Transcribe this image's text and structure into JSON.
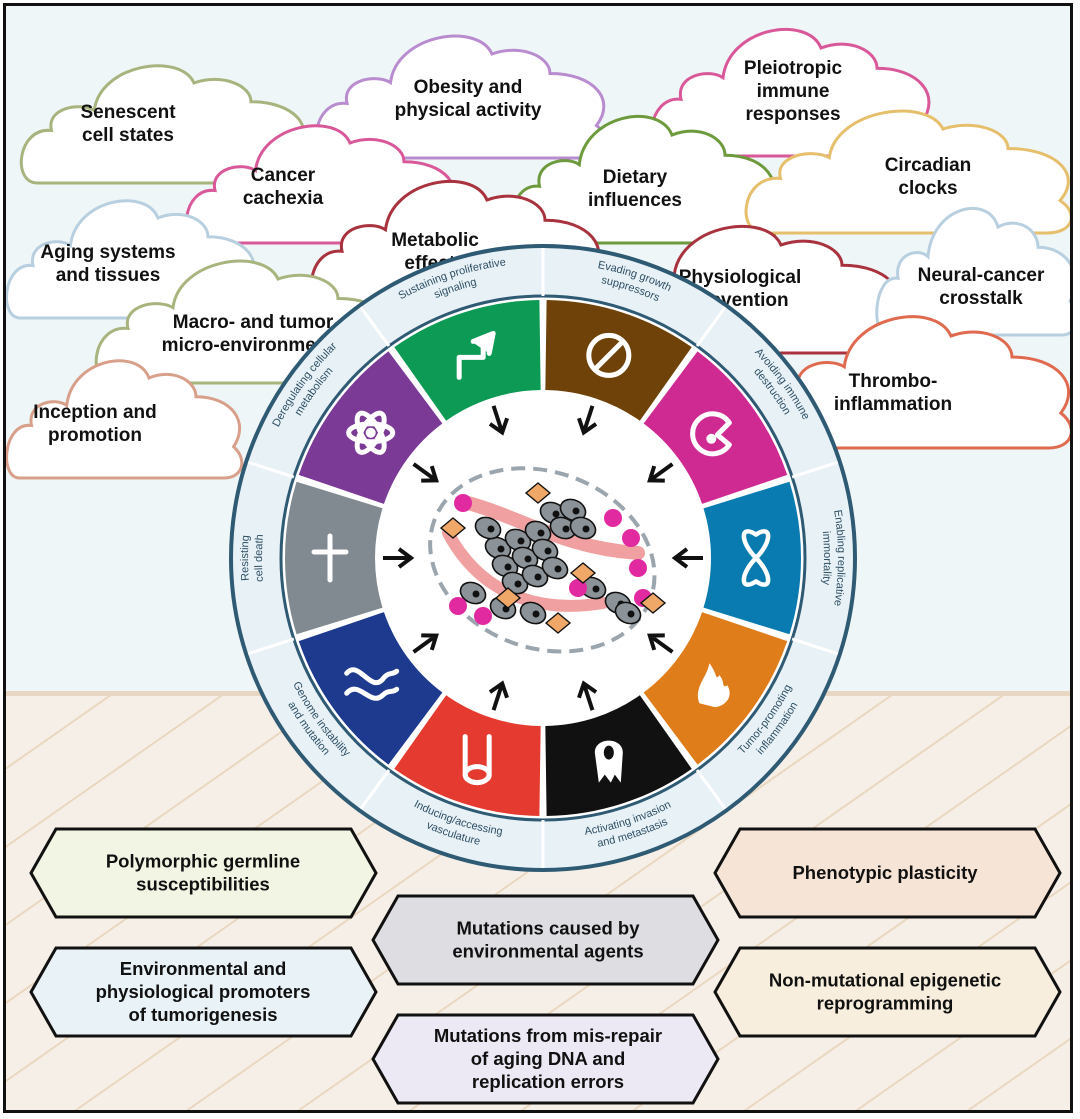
{
  "clouds": [
    {
      "id": "senescent",
      "lines": [
        "Senescent",
        "cell states"
      ],
      "color": "#a8b47e"
    },
    {
      "id": "obesity",
      "lines": [
        "Obesity and",
        "physical activity"
      ],
      "color": "#b98ccf"
    },
    {
      "id": "pleiotropic",
      "lines": [
        "Pleiotropic",
        "immune",
        "responses"
      ],
      "color": "#d9589a"
    },
    {
      "id": "cachexia",
      "lines": [
        "Cancer",
        "cachexia"
      ],
      "color": "#d9589a"
    },
    {
      "id": "dietary",
      "lines": [
        "Dietary",
        "influences"
      ],
      "color": "#6c9a3c"
    },
    {
      "id": "circadian",
      "lines": [
        "Circadian",
        "clocks"
      ],
      "color": "#e6bf6c"
    },
    {
      "id": "aging",
      "lines": [
        "Aging systems",
        "and tissues"
      ],
      "color": "#b8cfe0"
    },
    {
      "id": "metabolic",
      "lines": [
        "Metabolic",
        "effects"
      ],
      "color": "#a8323e"
    },
    {
      "id": "physiological",
      "lines": [
        "Physiological",
        "prevention"
      ],
      "color": "#a8323e"
    },
    {
      "id": "neural",
      "lines": [
        "Neural-cancer",
        "crosstalk"
      ],
      "color": "#b8cfe0"
    },
    {
      "id": "macro",
      "lines": [
        "Macro- and tumor",
        "micro-environments"
      ],
      "color": "#a8b47e"
    },
    {
      "id": "thrombo",
      "lines": [
        "Thrombo-",
        "inflammation"
      ],
      "color": "#e06a4f"
    },
    {
      "id": "inception",
      "lines": [
        "Inception and",
        "promotion"
      ],
      "color": "#d8a08a"
    }
  ],
  "hallmarks": [
    {
      "lines": [
        "Sustaining proliferative",
        "signaling"
      ],
      "color": "#0d9a55",
      "icon": "arrow-icon"
    },
    {
      "lines": [
        "Evading growth",
        "suppressors"
      ],
      "color": "#6e4208",
      "icon": "prohibited-icon"
    },
    {
      "lines": [
        "Avoiding immune",
        "destruction"
      ],
      "color": "#cf2a92",
      "icon": "immune-cell-icon"
    },
    {
      "lines": [
        "Enabling replicative",
        "immortality"
      ],
      "color": "#0a7bb0",
      "icon": "infinity-icon"
    },
    {
      "lines": [
        "Tumor-promoting",
        "inflammation"
      ],
      "color": "#e07d1b",
      "icon": "flame-icon"
    },
    {
      "lines": [
        "Activating invasion",
        "and metastasis"
      ],
      "color": "#111111",
      "icon": "invasive-cell-icon"
    },
    {
      "lines": [
        "Inducing/accessing",
        "vasculature"
      ],
      "color": "#e53a2f",
      "icon": "vessel-icon"
    },
    {
      "lines": [
        "Genome instability",
        "and mutation"
      ],
      "color": "#1d3a8f",
      "icon": "dna-icon"
    },
    {
      "lines": [
        "Resisting",
        "cell death"
      ],
      "color": "#808a90",
      "icon": "cross-icon"
    },
    {
      "lines": [
        "Deregulating cellular",
        "metabolism"
      ],
      "color": "#7a3a96",
      "icon": "atom-icon"
    }
  ],
  "hexagons": [
    {
      "id": "germline",
      "lines": [
        "Polymorphic germline",
        "susceptibilities"
      ],
      "fill": "#f3f5e4"
    },
    {
      "id": "environmental-promoters",
      "lines": [
        "Environmental and",
        "physiological promoters",
        "of tumorigenesis"
      ],
      "fill": "#e9f2f6"
    },
    {
      "id": "mutations-env",
      "lines": [
        "Mutations caused by",
        "environmental agents"
      ],
      "fill": "#dedde2"
    },
    {
      "id": "mutations-aging",
      "lines": [
        "Mutations from mis-repair",
        "of aging DNA and",
        "replication errors"
      ],
      "fill": "#ece9f4"
    },
    {
      "id": "plasticity",
      "lines": [
        "Phenotypic plasticity"
      ],
      "fill": "#f6e4d6"
    },
    {
      "id": "epigenetic",
      "lines": [
        "Non-mutational epigenetic",
        "reprogramming"
      ],
      "fill": "#f7eedd"
    }
  ],
  "colors": {
    "ring_stroke": "#2e5a73",
    "ring_fill": "#e8f1f6",
    "tumor_cell": "#8b9399",
    "fibroblast": "#f0a868",
    "vessel": "#f0a0a0",
    "immune": "#e12aa0"
  }
}
